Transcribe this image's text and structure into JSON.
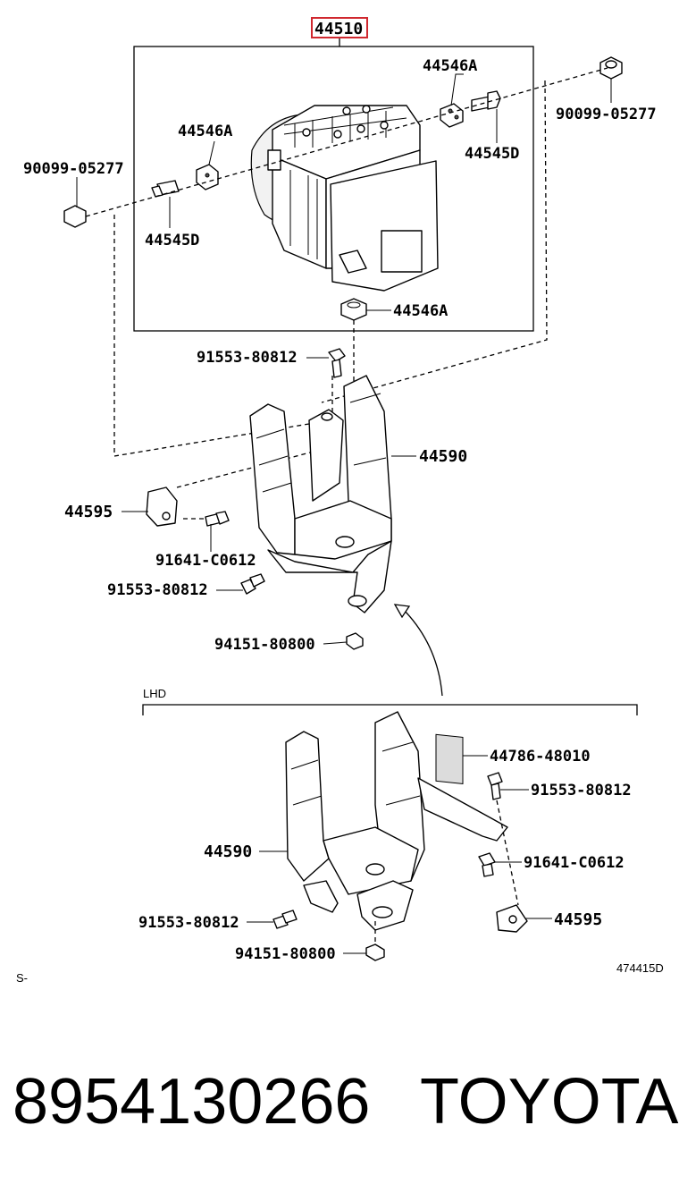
{
  "diagram": {
    "assembly_number": "44510",
    "highlight_color": "#d0282f",
    "variant_label": "LHD",
    "page_prefix": "S-",
    "figure_code": "474415D",
    "callouts": {
      "bolt_top_right": "90099-05277",
      "bolt_top_left": "90099-05277",
      "cushion_top": "44546A",
      "cushion_left": "44546A",
      "cushion_bottom": "44546A",
      "stud_right": "44545D",
      "stud_left": "44545D",
      "bracket_upper": "44590",
      "bracket_lower": "44590",
      "clip_upper": "44595",
      "clip_lower": "44595",
      "bolt_upper_1": "91553-80812",
      "bolt_upper_2": "91553-80812",
      "bolt_lower_1": "91553-80812",
      "bolt_lower_2": "91553-80812",
      "screw_upper": "91641-C0612",
      "screw_lower": "91641-C0612",
      "nut_upper": "94151-80800",
      "nut_lower": "94151-80800",
      "label_plate": "44786-48010"
    }
  },
  "footer": {
    "part_number": "8954130266",
    "brand": "TOYOTA"
  }
}
